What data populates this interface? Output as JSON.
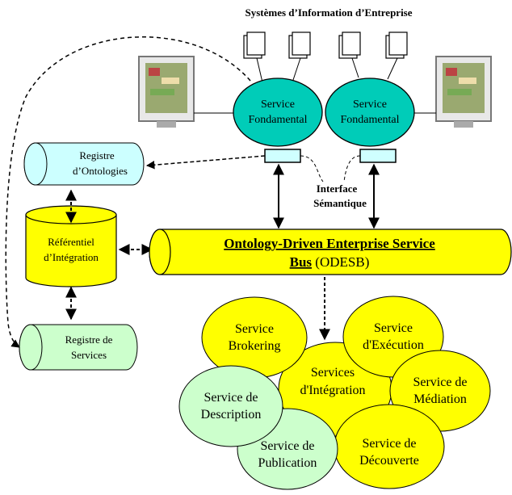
{
  "title": "Systèmes d’Information d’Entreprise",
  "fundamental_services": [
    {
      "line1": "Service",
      "line2": "Fondamental"
    },
    {
      "line1": "Service",
      "line2": "Fondamental"
    }
  ],
  "registries": {
    "ontologies": {
      "line1": "Registre",
      "line2": "d’Ontologies"
    },
    "integration": {
      "line1": "Référentiel",
      "line2": "d’Intégration"
    },
    "services": {
      "line1": "Registre de",
      "line2": "Services"
    }
  },
  "semantic_interface": {
    "line1": "Interface",
    "line2": "Sémantique"
  },
  "bus": {
    "line1": "Ontology-Driven Enterprise Service",
    "line2_bold": "Bus",
    "line2_rest": " (ODESB)"
  },
  "services": {
    "brokering": {
      "line1": "Service",
      "line2": "Brokering"
    },
    "execution": {
      "line1": "Service",
      "line2": "d'Exécution"
    },
    "integration": {
      "line1": "Services",
      "line2": "d'Intégration"
    },
    "mediation": {
      "line1": "Service de",
      "line2": "Médiation"
    },
    "description": {
      "line1": "Service de",
      "line2": "Description"
    },
    "publication": {
      "line1": "Service de",
      "line2": "Publication"
    },
    "discovery": {
      "line1": "Service de",
      "line2": "Découverte"
    }
  },
  "colors": {
    "yellow": "#ffff00",
    "green": "#ccffcc",
    "aqua": "#ccffff",
    "teal": "#00ccb8",
    "cyan": "#cfffff"
  }
}
